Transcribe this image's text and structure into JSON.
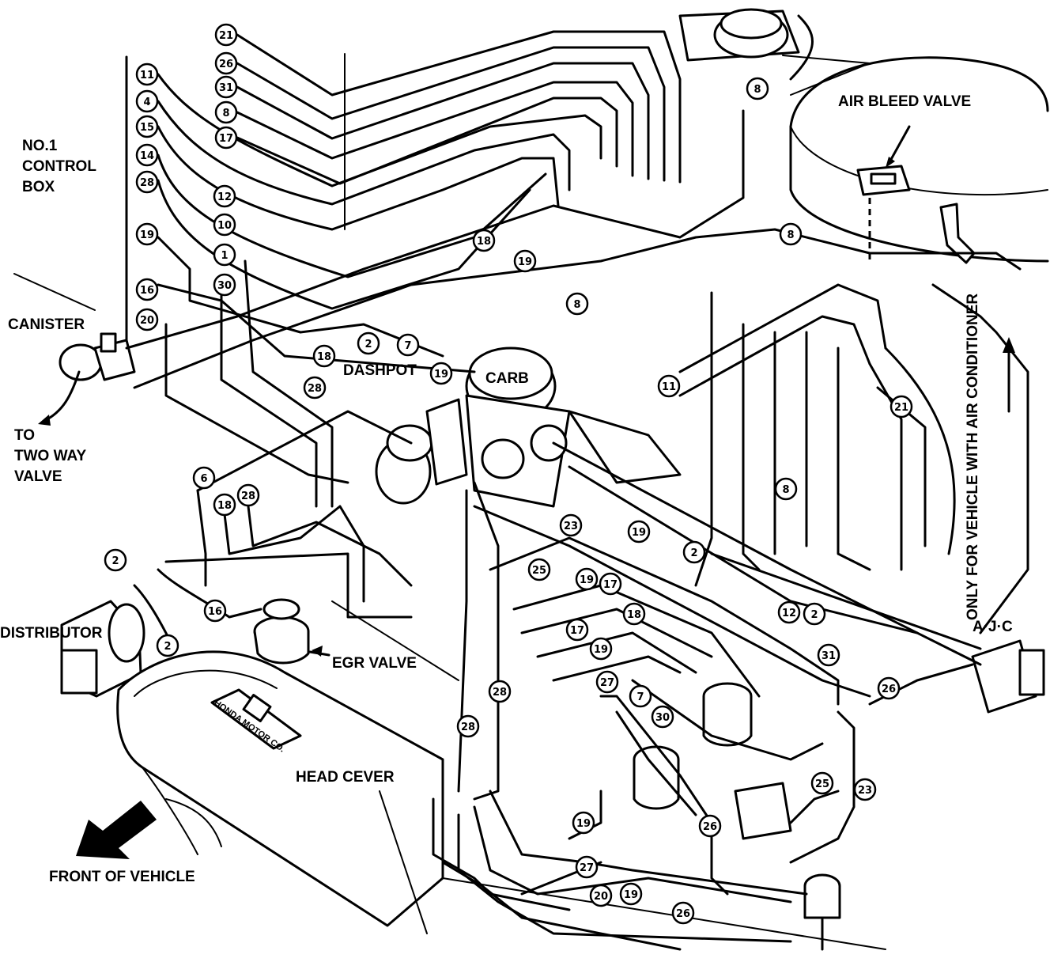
{
  "labels": {
    "control_box": [
      "NO.1",
      "CONTROL",
      "BOX"
    ],
    "air_bleed_valve": "AIR BLEED VALVE",
    "canister": "CANISTER",
    "two_way_valve": [
      "TO",
      "TWO WAY",
      "VALVE"
    ],
    "dashpot": "DASHPOT",
    "carb": "CARB",
    "distributor": "DISTRIBUTOR",
    "egr_valve": "EGR VALVE",
    "head_cover": "HEAD CEVER",
    "emblem": "HONDA MOTOR CO.",
    "front_of_vehicle": "FRONT OF VEHICLE",
    "ajc": "A·J·C",
    "air_conditioner_note": "ONLY FOR VEHICLE WITH AIR CONDITIONER"
  },
  "callouts": {
    "c01": "21",
    "c02": "26",
    "c03": "31",
    "c04": "8",
    "c05": "17",
    "c06": "11",
    "c07": "4",
    "c08": "15",
    "c09": "14",
    "c10": "28",
    "c11": "19",
    "c12": "16",
    "c13": "20",
    "c14": "12",
    "c15": "10",
    "c16": "1",
    "c17": "30",
    "c18": "8",
    "c19": "8",
    "c20": "18",
    "c21": "19",
    "c22": "8",
    "c23": "2",
    "c24": "7",
    "c25": "18",
    "c26": "28",
    "c27": "19",
    "c28": "11",
    "c29": "21",
    "c30": "6",
    "c31": "18",
    "c32": "28",
    "c33": "8",
    "c34": "23",
    "c35": "19",
    "c36": "2",
    "c37": "25",
    "c38": "19",
    "c39": "17",
    "c40": "18",
    "c41": "17",
    "c42": "19",
    "c43": "12",
    "c44": "2",
    "c45": "31",
    "c46": "26",
    "c47": "27",
    "c48": "7",
    "c49": "30",
    "c50": "28",
    "c51": "28",
    "c52": "25",
    "c53": "23",
    "c54": "26",
    "c55": "19",
    "c56": "27",
    "c57": "20",
    "c58": "19",
    "c59": "26",
    "c60": "2",
    "c61": "16",
    "c62": "2"
  }
}
